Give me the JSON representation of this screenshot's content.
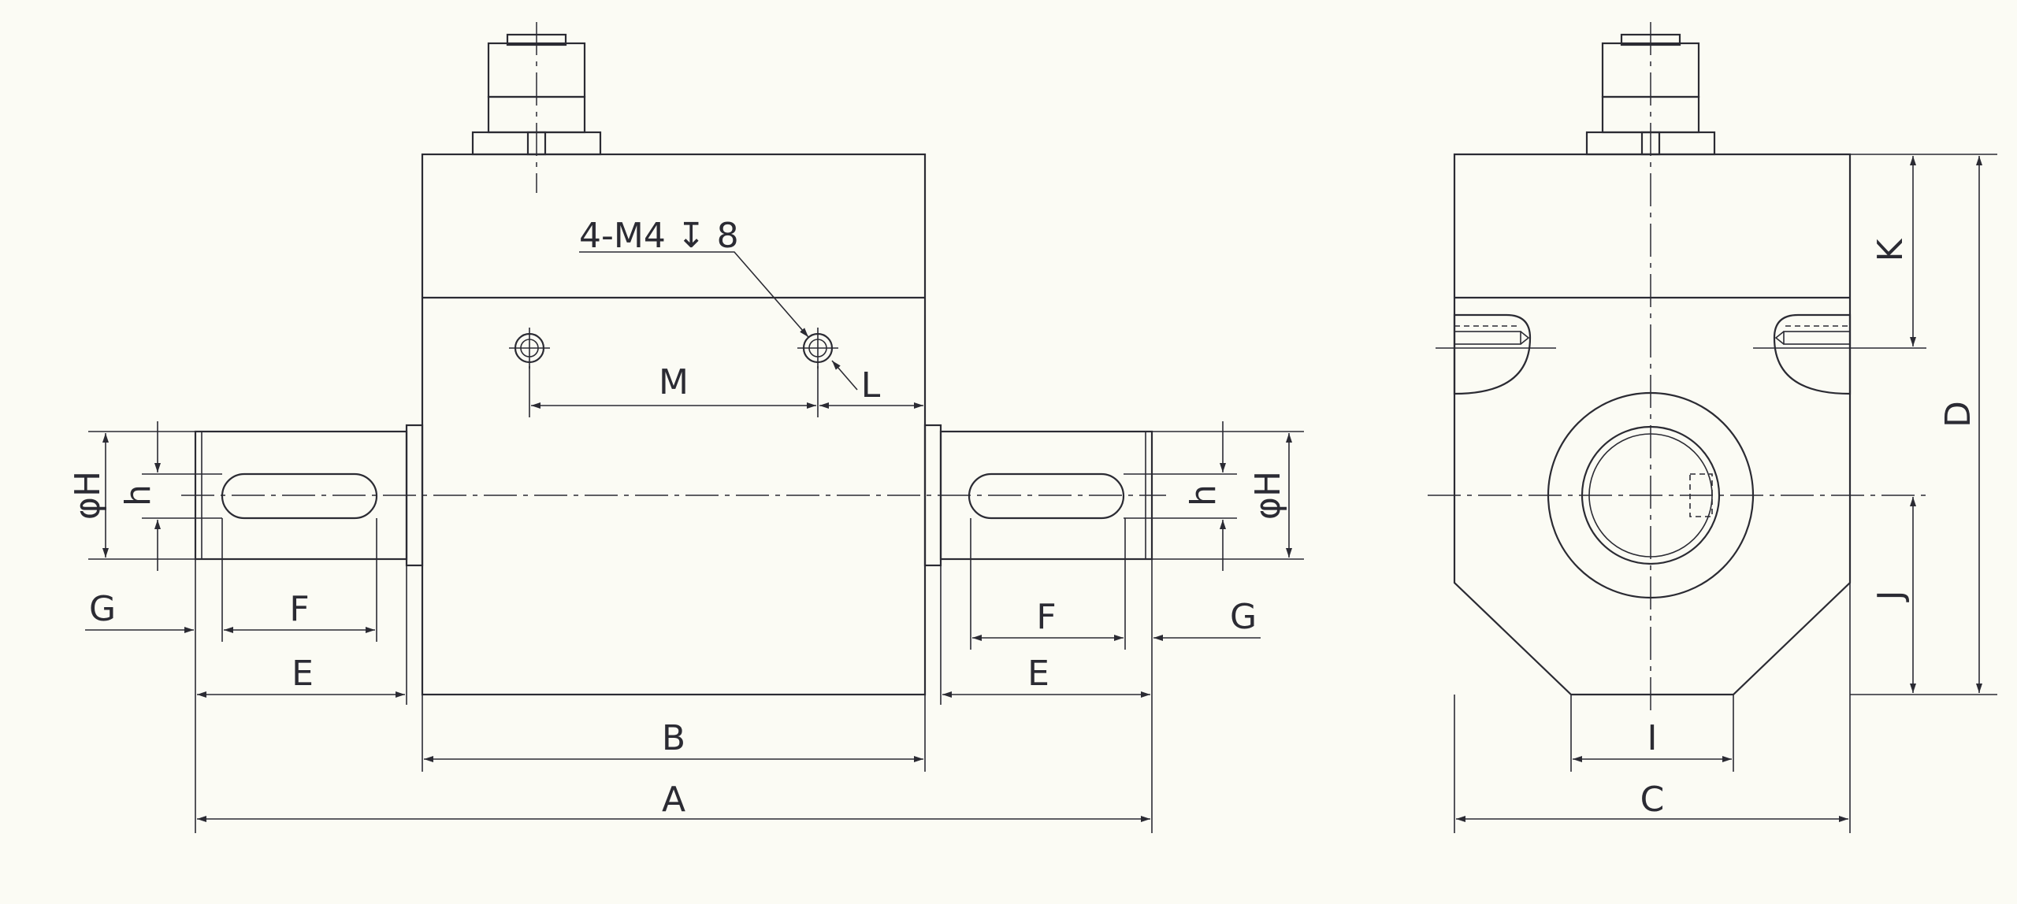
{
  "labels": {
    "A": "A",
    "B": "B",
    "C": "C",
    "D": "D",
    "E": "E",
    "F": "F",
    "G": "G",
    "H": "φH",
    "h": "h",
    "I": "I",
    "J": "J",
    "K": "K",
    "L": "L",
    "M": "M",
    "hole_callout": "4-M4 ↧ 8"
  },
  "colors": {
    "line": "#2b2b33",
    "background": "#fbfbf4"
  }
}
